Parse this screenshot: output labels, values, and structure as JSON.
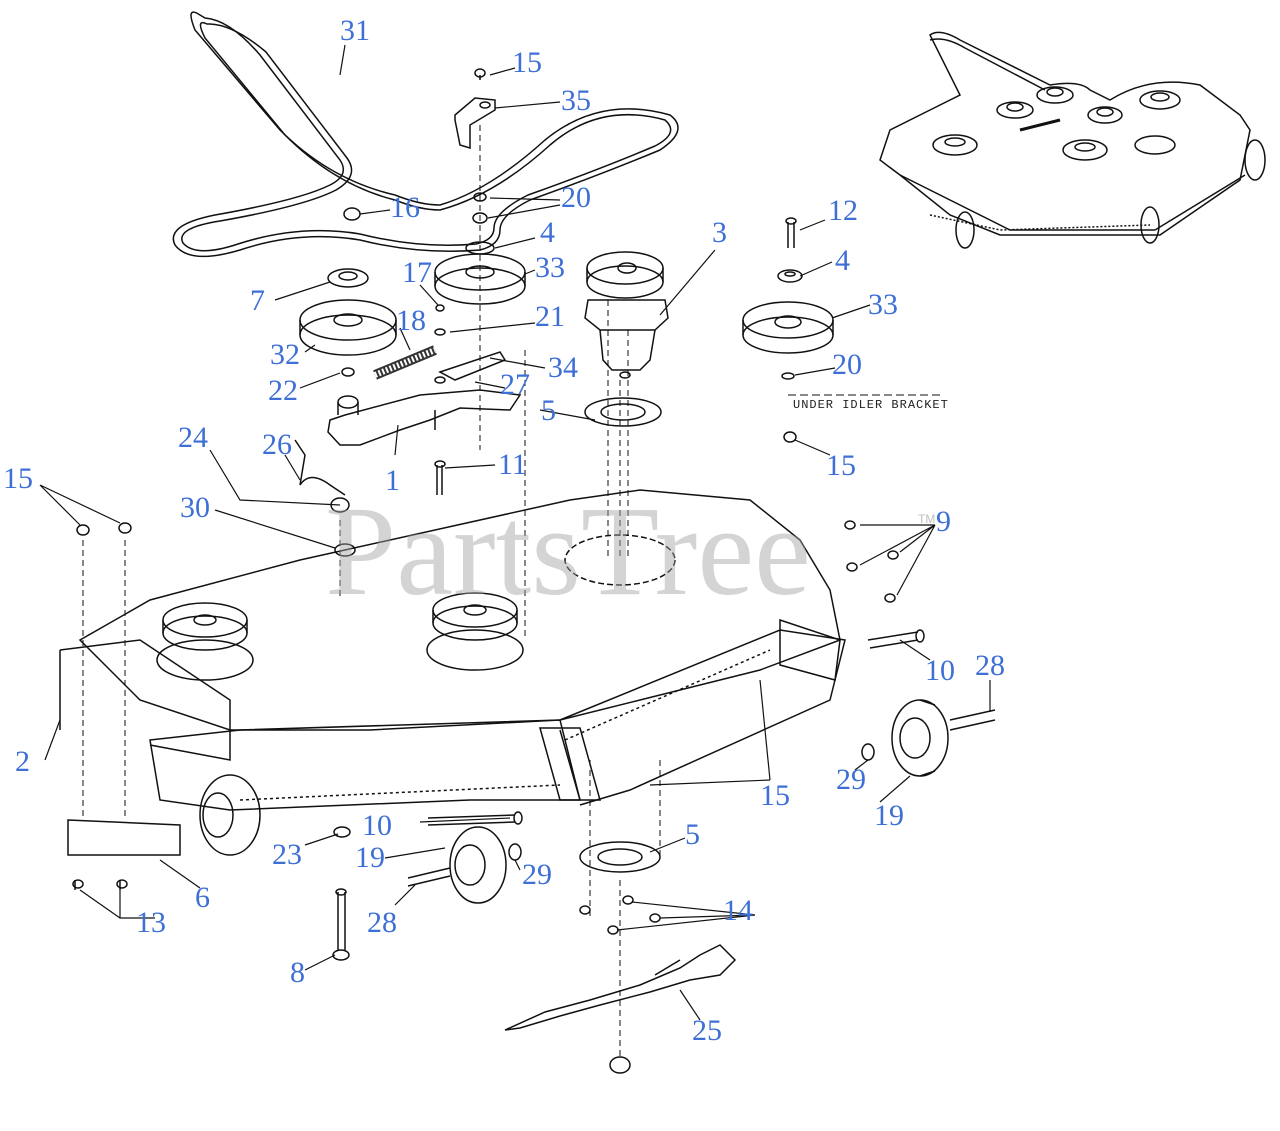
{
  "watermark": "PartsTree",
  "watermark_tm": "TM",
  "note": "UNDER IDLER BRACKET",
  "callouts": [
    "31",
    "15",
    "35",
    "20",
    "16",
    "4",
    "3",
    "33",
    "7",
    "17",
    "21",
    "18",
    "32",
    "34",
    "22",
    "27",
    "5",
    "24",
    "26",
    "1",
    "11",
    "12",
    "4",
    "33",
    "20",
    "15",
    "15",
    "30",
    "9",
    "10",
    "28",
    "2",
    "29",
    "19",
    "15",
    "10",
    "5",
    "23",
    "19",
    "29",
    "6",
    "14",
    "28",
    "13",
    "25",
    "8"
  ],
  "colors": {
    "callout": "#3d6fd6",
    "line": "#111111",
    "watermark": "#a0a0a0"
  }
}
